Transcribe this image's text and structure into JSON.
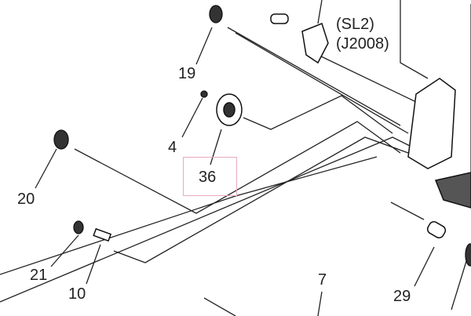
{
  "diagram": {
    "callouts": [
      "19",
      "4",
      "36",
      "20",
      "21",
      "10",
      "7",
      "29"
    ],
    "connector_labels": {
      "sensor": "(SL2)",
      "connector": "(J2008)"
    },
    "highlighted_part": "36",
    "highlight_color": "#e9a9c4"
  }
}
